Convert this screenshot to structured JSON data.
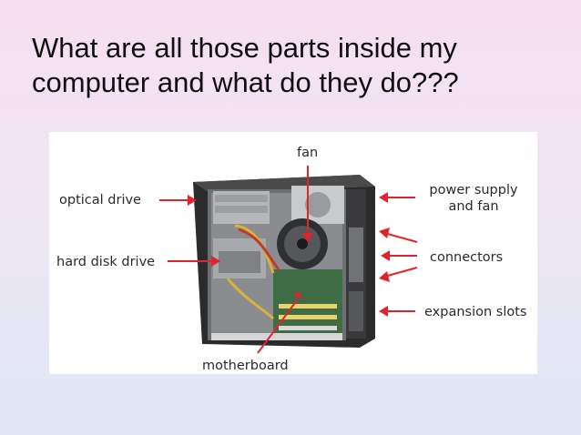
{
  "slide": {
    "title": "What are all those parts inside my computer and what do they do???"
  },
  "diagram": {
    "labels": {
      "fan": "fan",
      "optical_drive": "optical drive",
      "hard_disk_drive": "hard disk drive",
      "motherboard": "motherboard",
      "power_supply_line1": "power supply",
      "power_supply_line2": "and fan",
      "connectors": "connectors",
      "expansion_slots": "expansion slots"
    },
    "arrow_color": "#e0242b"
  }
}
